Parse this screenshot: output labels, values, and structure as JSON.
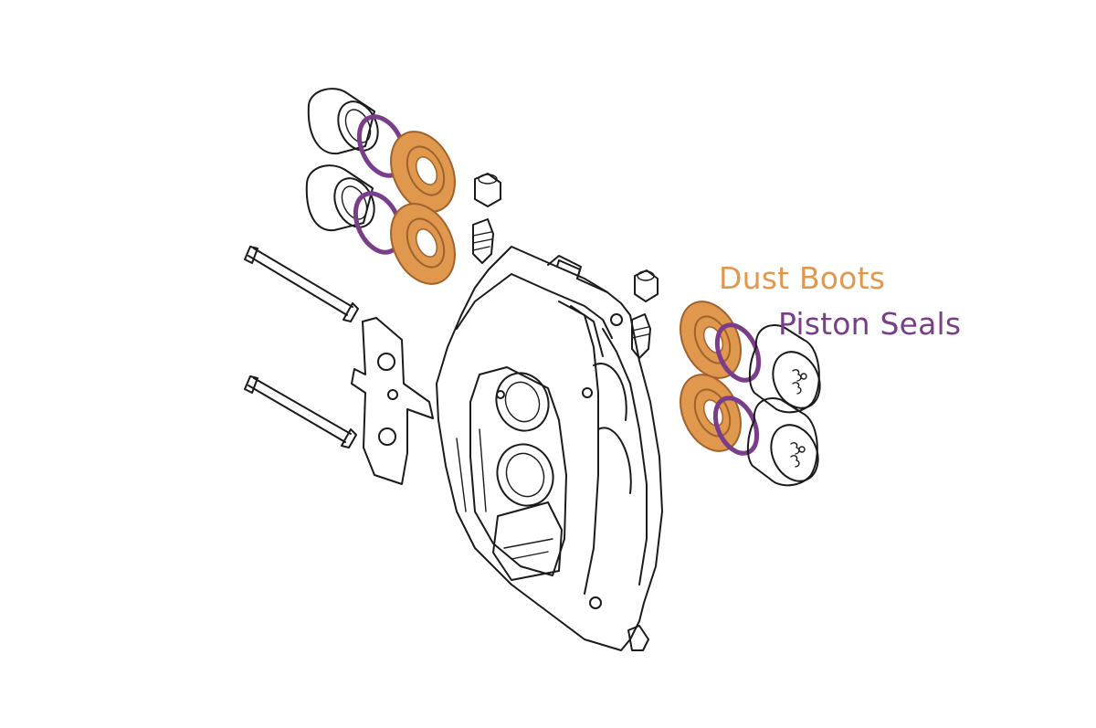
{
  "labels": {
    "dust_boots": "Dust Boots",
    "piston_seals": "Piston Seals"
  },
  "colors": {
    "dust_boot": "#e0984f",
    "dust_boot_ink": "#a0622a",
    "piston_seal": "#7a3d8a",
    "line_art": "#1a1a1a",
    "background": "#ffffff"
  },
  "parts": [
    "caliper-body",
    "piston",
    "piston-seal",
    "dust-boot",
    "bleeder-screw",
    "pad-retaining-pin",
    "anti-rattle-spring"
  ]
}
